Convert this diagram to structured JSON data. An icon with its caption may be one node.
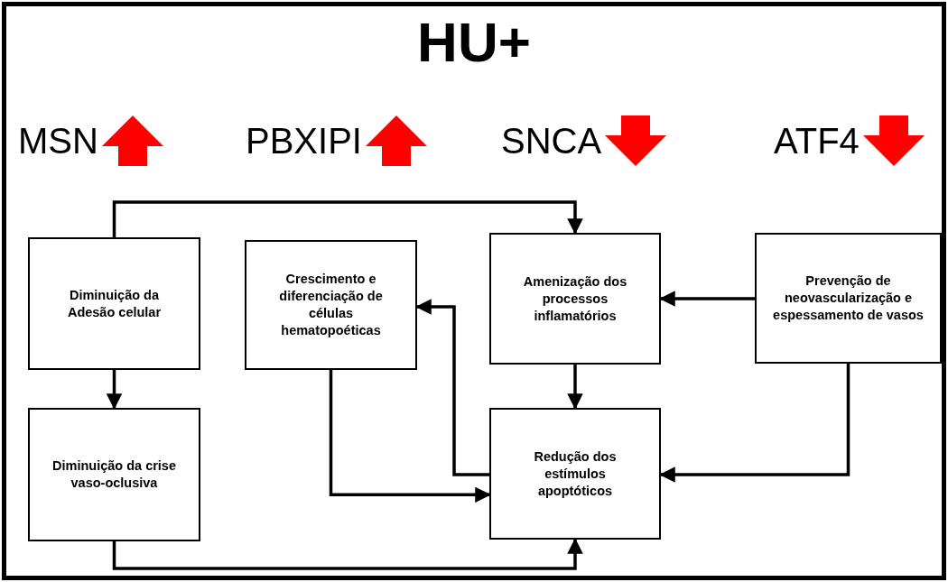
{
  "diagram": {
    "title": "HU+",
    "nodes": [
      {
        "text": [
          "Diminuição da Adesão celular"
        ]
      },
      {
        "text": [
          "Crescimento e diferenciação de células hematopoéticas"
        ]
      },
      {
        "text": [
          "Amenização dos processos inflamatórios"
        ]
      },
      {
        "text": [
          "Prevenção de neovascularização e espessamento de vasos"
        ]
      },
      {
        "text": [
          "Diminuição da crise vaso-oclusiva"
        ]
      },
      {
        "text": [
          "Redução dos estímulos apoptóticos"
        ]
      }
    ],
    "edges": [
      {
        "from": 0,
        "to": 2,
        "arrow": "to"
      },
      {
        "from": 0,
        "to": 4,
        "arrow": "to"
      },
      {
        "from": 3,
        "to": 2,
        "arrow": "to"
      },
      {
        "from": 2,
        "to": 5,
        "arrow": "to"
      },
      {
        "from": 3,
        "to": 5,
        "arrow": "to"
      },
      {
        "from": 5,
        "to": 1,
        "arrow": "to"
      },
      {
        "from": 1,
        "to": 5,
        "arrow": "to"
      },
      {
        "from": 4,
        "to": 5,
        "arrow": "to"
      }
    ],
    "labels": [
      "MSN",
      "PBXIPI",
      "SNCA",
      "ATF4"
    ]
  }
}
